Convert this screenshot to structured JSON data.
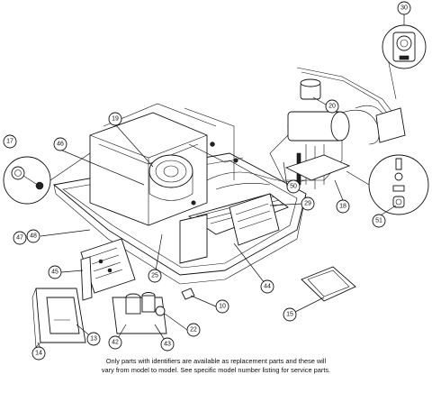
{
  "callouts": {
    "c30": "30",
    "c20": "20",
    "c19": "19",
    "c17": "17",
    "c46": "46",
    "c50": "50",
    "c29": "29",
    "c18": "18",
    "c51": "51",
    "c47": "47",
    "c48": "48",
    "c45": "45",
    "c25": "25",
    "c44": "44",
    "c10": "10",
    "c15": "15",
    "c22": "22",
    "c42": "42",
    "c43": "43",
    "c13": "13",
    "c14": "14"
  },
  "footnote": {
    "line1": "Only parts with identifiers are available as replacement parts and these will",
    "line2": "vary from model to model. See specific model number listing for service parts."
  }
}
